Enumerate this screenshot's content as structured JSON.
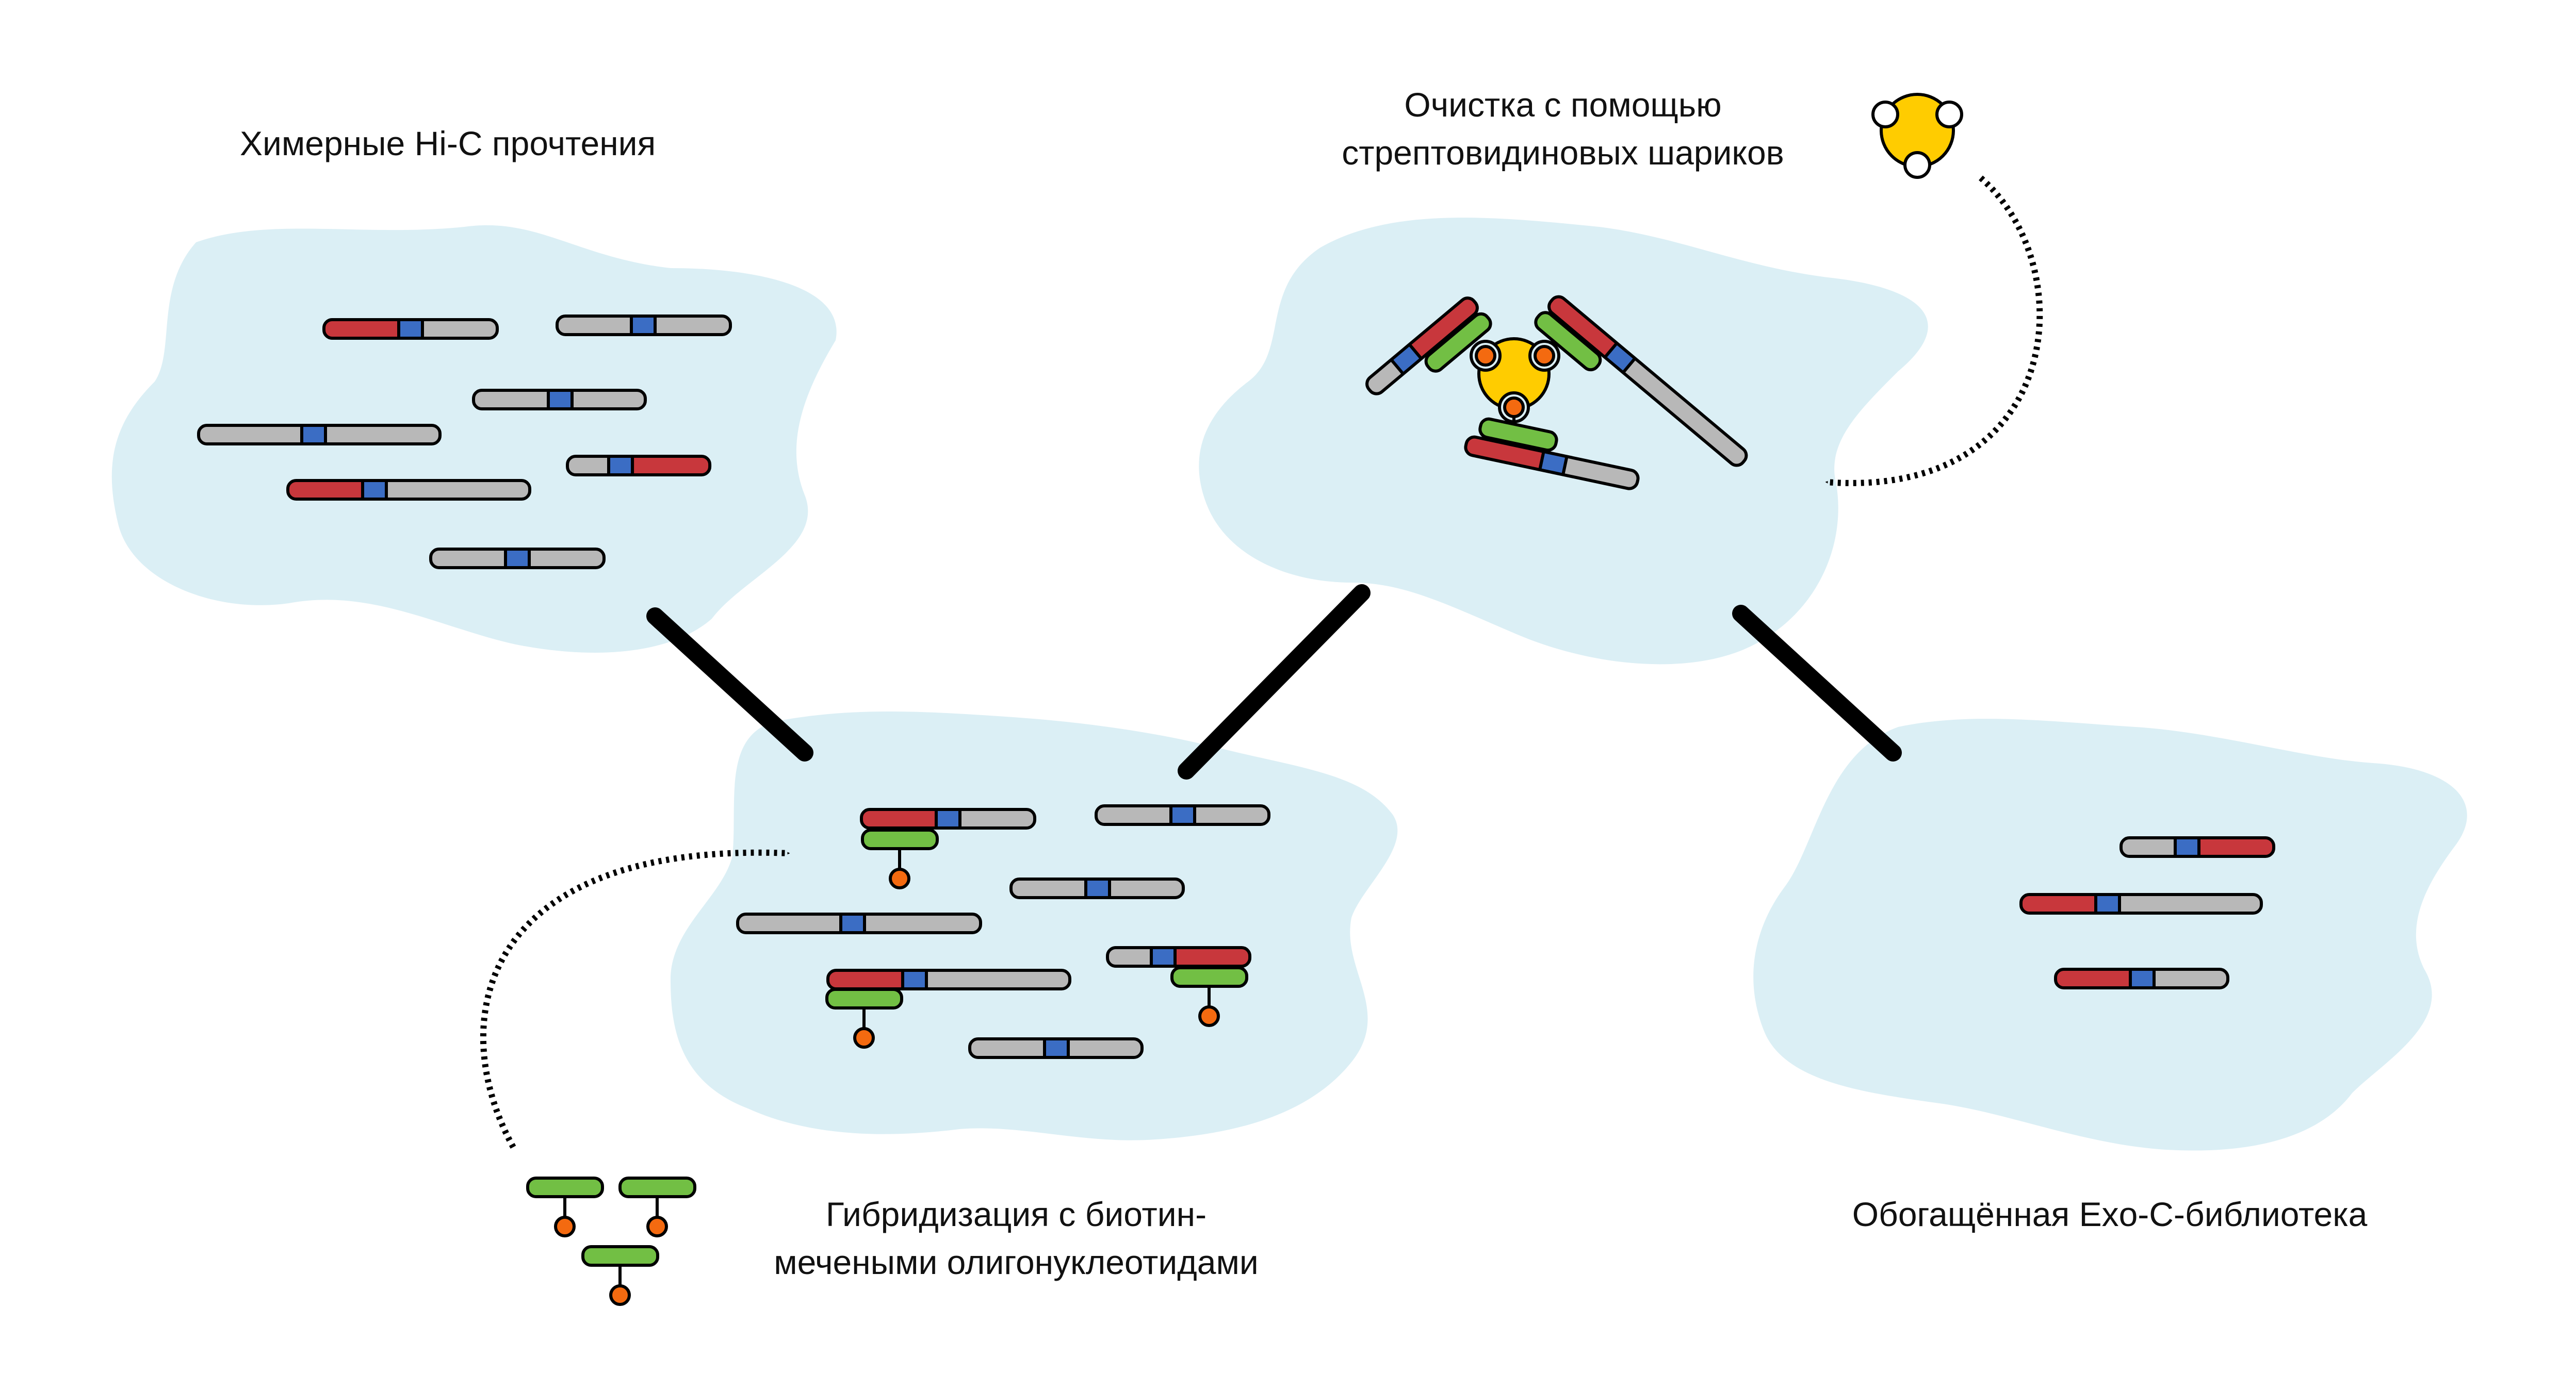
{
  "captions": {
    "chimeric_reads": "Химерные Hi-C прочтения",
    "purification_line1": "Очистка с помощью",
    "purification_line2": "стрептовидиновых шариков",
    "hybridization_line1": "Гибридизация с биотин-",
    "hybridization_line2": "мечеными олигонуклеотидами",
    "enriched_library": "Обогащённая Exo-C-библиотека"
  },
  "colors": {
    "blob": "#dbeff5",
    "grey": "#b8b8b8",
    "red": "#c8373c",
    "blue": "#3b6dc4",
    "green": "#72bf44",
    "biotin": "#f46a10",
    "bead": "#ffcc00",
    "arrow": "#000000"
  },
  "icons": [
    "dna-fragment",
    "probe-oligo",
    "biotin-tag",
    "streptavidin-bead",
    "process-arrow",
    "dotted-arrow"
  ]
}
